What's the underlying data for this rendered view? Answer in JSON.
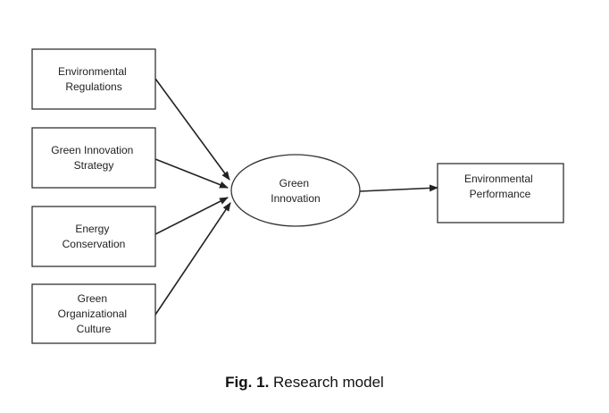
{
  "nodes": [
    {
      "id": "env_regulations",
      "lines": [
        "Environmental",
        "Regulations"
      ]
    },
    {
      "id": "green_innovation_strategy",
      "lines": [
        "Green Innovation",
        "Strategy"
      ]
    },
    {
      "id": "energy_conservation",
      "lines": [
        "Energy",
        "Conservation"
      ]
    },
    {
      "id": "green_org_culture",
      "lines": [
        "Green",
        "Organizational",
        "Culture"
      ]
    },
    {
      "id": "green_innovation",
      "lines": [
        "Green",
        "Innovation"
      ]
    },
    {
      "id": "env_performance",
      "lines": [
        "Environmental",
        "Performance"
      ]
    }
  ],
  "edges": [
    {
      "from": "env_regulations",
      "to": "green_innovation"
    },
    {
      "from": "green_innovation_strategy",
      "to": "green_innovation"
    },
    {
      "from": "energy_conservation",
      "to": "green_innovation"
    },
    {
      "from": "green_org_culture",
      "to": "green_innovation"
    },
    {
      "from": "green_innovation",
      "to": "env_performance"
    }
  ],
  "caption": {
    "label": "Fig. 1.",
    "text": "Research model"
  },
  "colors": {
    "stroke": "#333333",
    "text": "#222222"
  }
}
